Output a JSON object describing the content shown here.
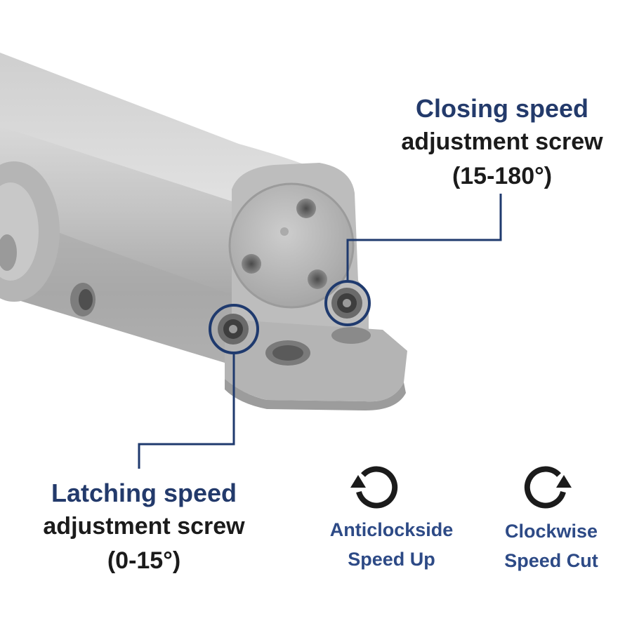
{
  "callouts": {
    "closing": {
      "title": "Closing speed",
      "subtitle": "adjustment screw",
      "range": "(15-180°)"
    },
    "latching": {
      "title": "Latching speed",
      "subtitle": "adjustment screw",
      "range": "(0-15°)"
    }
  },
  "rotation": {
    "anticlockwise": {
      "icon": "anticlockwise-arrow-icon",
      "line1": "Anticlockside",
      "line2": "Speed Up"
    },
    "clockwise": {
      "icon": "clockwise-arrow-icon",
      "line1": "Clockwise",
      "line2": "Speed Cut"
    }
  },
  "colors": {
    "title_blue": "#233a6b",
    "label_blue": "#2d4a86",
    "leader_line": "#1f3a6e",
    "body_metal": "#b8b8b8"
  }
}
